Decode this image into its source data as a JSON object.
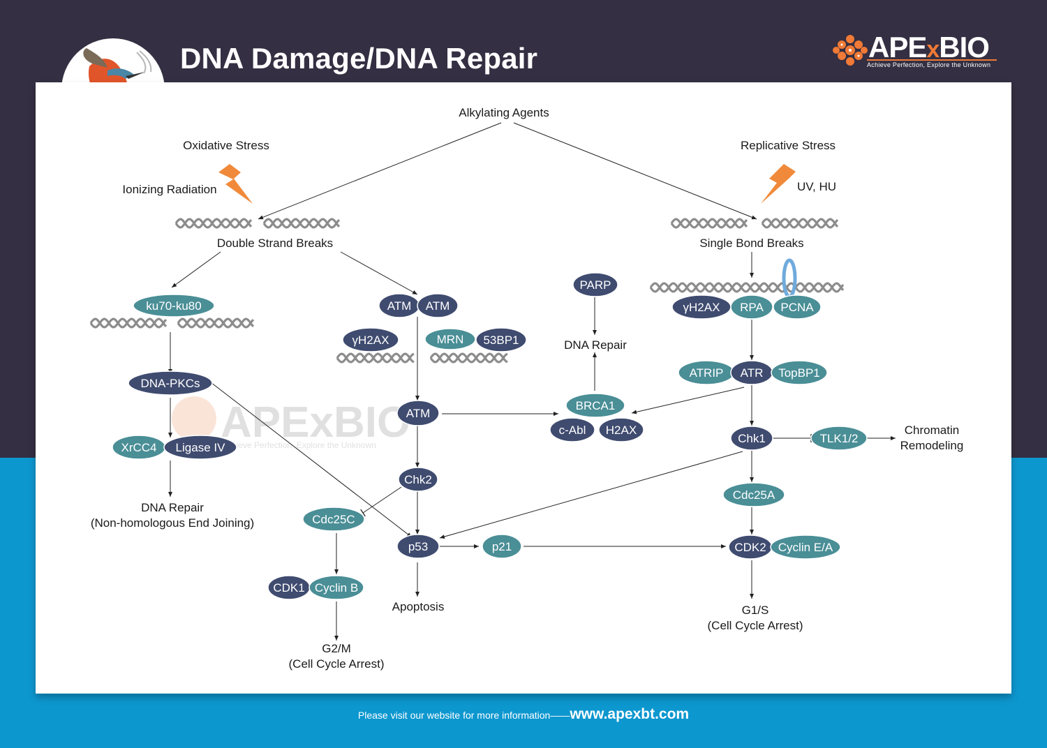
{
  "header": {
    "title": "DNA Damage/DNA Repair",
    "brand_name": "APExBIO",
    "brand_prefix": "APE",
    "brand_x": "x",
    "brand_suffix": "BIO",
    "brand_tagline": "Achieve Perfection, Explore the Unknown"
  },
  "footer": {
    "text": "Please visit our website for more information——",
    "url": "www.apexbt.com"
  },
  "watermark": {
    "name": "APExBIO",
    "tagline": "Achieve Perfection, Explore the Unknown"
  },
  "colors": {
    "dark_node": "#3f4b6f",
    "teal_node": "#4a8e96",
    "bolt": "#f08a3a",
    "helix": "#8c8c8c",
    "pcna_ring": "#6faadc"
  },
  "diagram": {
    "labels": {
      "alkylating": "Alkylating Agents",
      "oxidative": "Oxidative Stress",
      "ionizing": "Ionizing Radiation",
      "replicative": "Replicative Stress",
      "uv_hu": "UV, HU",
      "dsb": "Double Strand Breaks",
      "ssb": "Single Bond Breaks",
      "dna_repair_mid": "DNA Repair",
      "nhej_1": "DNA Repair",
      "nhej_2": "(Non-homologous End Joining)",
      "apoptosis": "Apoptosis",
      "g2m_1": "G2/M",
      "g2m_2": "(Cell Cycle Arrest)",
      "g1s_1": "G1/S",
      "g1s_2": "(Cell Cycle Arrest)",
      "chrom_1": "Chromatin",
      "chrom_2": "Remodeling"
    },
    "nodes": {
      "ku70": "ku70-ku80",
      "dnapkcs": "DNA-PKCs",
      "xrcc4": "XrCC4",
      "ligase4": "Ligase IV",
      "atm_a": "ATM",
      "atm_b": "ATM",
      "gh2ax_left": "γH2AX",
      "mrn": "MRN",
      "bp53": "53BP1",
      "atm_mid": "ATM",
      "chk2": "Chk2",
      "cdc25c": "Cdc25C",
      "cdk1": "CDK1",
      "cyclinb": "Cyclin B",
      "p53": "p53",
      "p21": "p21",
      "parp": "PARP",
      "brca1": "BRCA1",
      "cabl": "c-Abl",
      "h2ax": "H2AX",
      "gh2ax_right": "γH2AX",
      "rpa": "RPA",
      "pcna": "PCNA",
      "atrip": "ATRIP",
      "atr": "ATR",
      "topbp1": "TopBP1",
      "chk1": "Chk1",
      "tlk": "TLK1/2",
      "cdc25a": "Cdc25A",
      "cdk2": "CDK2",
      "cyclinea": "Cyclin E/A"
    }
  }
}
